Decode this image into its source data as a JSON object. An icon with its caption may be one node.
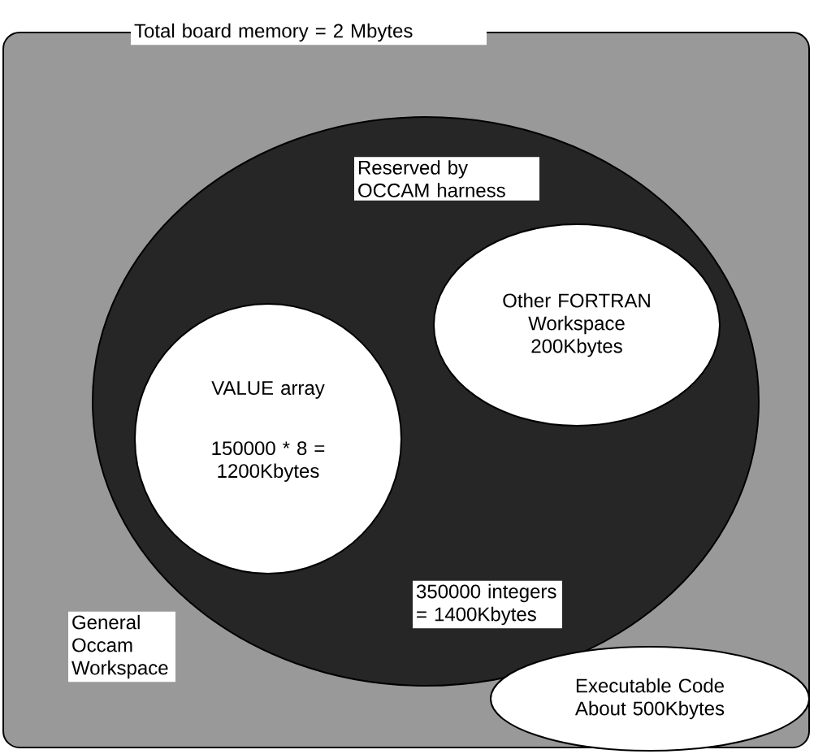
{
  "diagram": {
    "nodes": [
      {
        "text": [
          "Total board memory = 2 Mbytes",
          "General Occam Workspace"
        ]
      },
      {
        "text": [
          "Reserved by OCCAM harness",
          "350000 integers = 1400Kbytes"
        ],
        "in": 0
      },
      {
        "text": [
          "VALUE array",
          "150000 * 8 = 1200Kbytes"
        ],
        "in": 1
      },
      {
        "text": [
          "Other FORTRAN Workspace 200Kbytes"
        ],
        "in": 1
      },
      {
        "text": [
          "Executable Code About 500Kbytes"
        ],
        "in": 0
      }
    ]
  }
}
